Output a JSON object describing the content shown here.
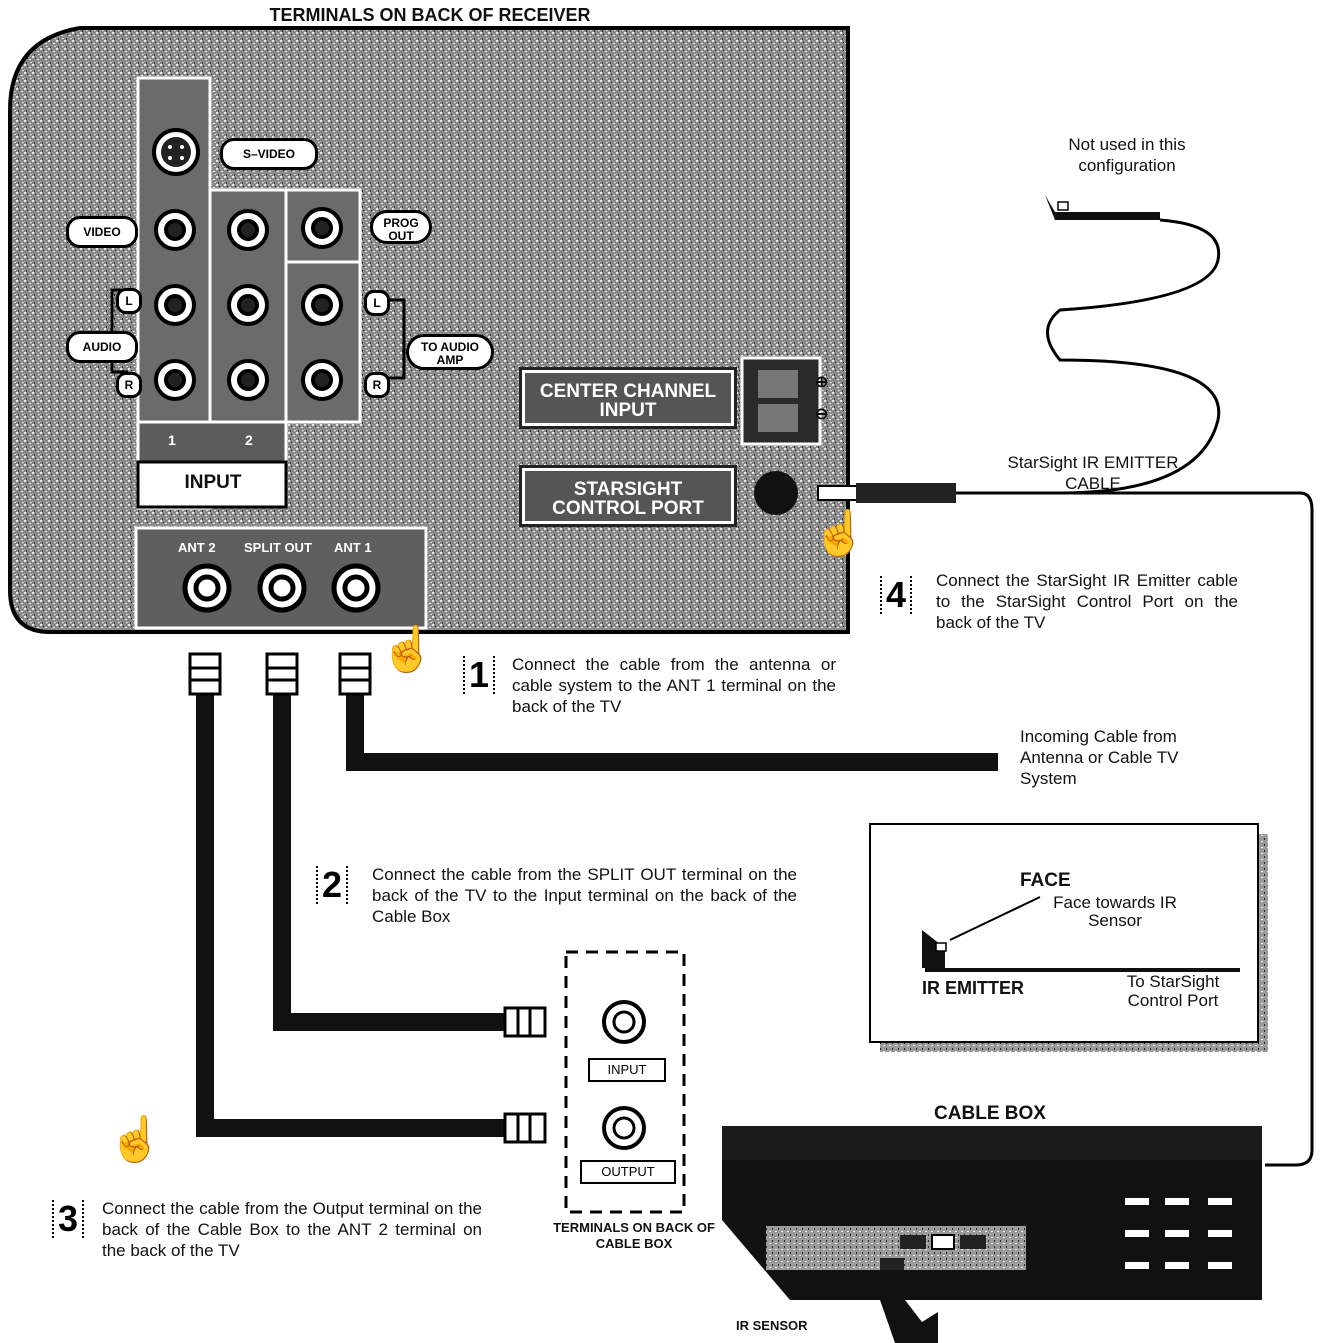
{
  "receiver": {
    "title": "TERMINALS ON BACK OF RECEIVER",
    "labels": {
      "s_video": "S–VIDEO",
      "video": "VIDEO",
      "audio": "AUDIO",
      "l": "L",
      "r": "R",
      "prog_out": "PROG OUT",
      "to_audio_amp": "TO AUDIO AMP",
      "input": "INPUT",
      "one": "1",
      "two": "2",
      "ant2": "ANT 2",
      "split_out": "SPLIT OUT",
      "ant1": "ANT 1",
      "center_channel": "CENTER CHANNEL INPUT",
      "starsight_port": "STARSIGHT CONTROL PORT",
      "plus": "⊕",
      "minus": "⊖"
    }
  },
  "steps": [
    {
      "number": "1",
      "text": "Connect the cable from the antenna or cable system to the ANT 1 terminal on the back of the TV"
    },
    {
      "number": "2",
      "text": "Connect the cable from the SPLIT OUT terminal on the back of the TV to the Input terminal on the back of the Cable Box"
    },
    {
      "number": "3",
      "text": "Connect the cable from the Output terminal on the back of the Cable Box to the ANT 2 terminal on the back of the TV"
    },
    {
      "number": "4",
      "text": "Connect the StarSight IR Emitter cable to the StarSight Control Port on the back of the TV"
    }
  ],
  "notes": {
    "not_used": "Not used in this configuration",
    "emitter_cable": "StarSight IR EMITTER CABLE",
    "incoming": "Incoming Cable from Antenna or Cable TV System"
  },
  "inset": {
    "face": "FACE",
    "face_towards": "Face towards IR Sensor",
    "ir_emitter": "IR EMITTER",
    "to_port": "To StarSight Control Port"
  },
  "cable_box": {
    "title": "CABLE BOX",
    "input": "INPUT",
    "output": "OUTPUT",
    "terminals_title": "TERMINALS ON BACK OF CABLE BOX",
    "ir_sensor": "IR SENSOR"
  },
  "icons": [
    "pointing-hand-icon",
    "f-connector-icon",
    "rca-jack-icon",
    "s-video-jack-icon"
  ]
}
